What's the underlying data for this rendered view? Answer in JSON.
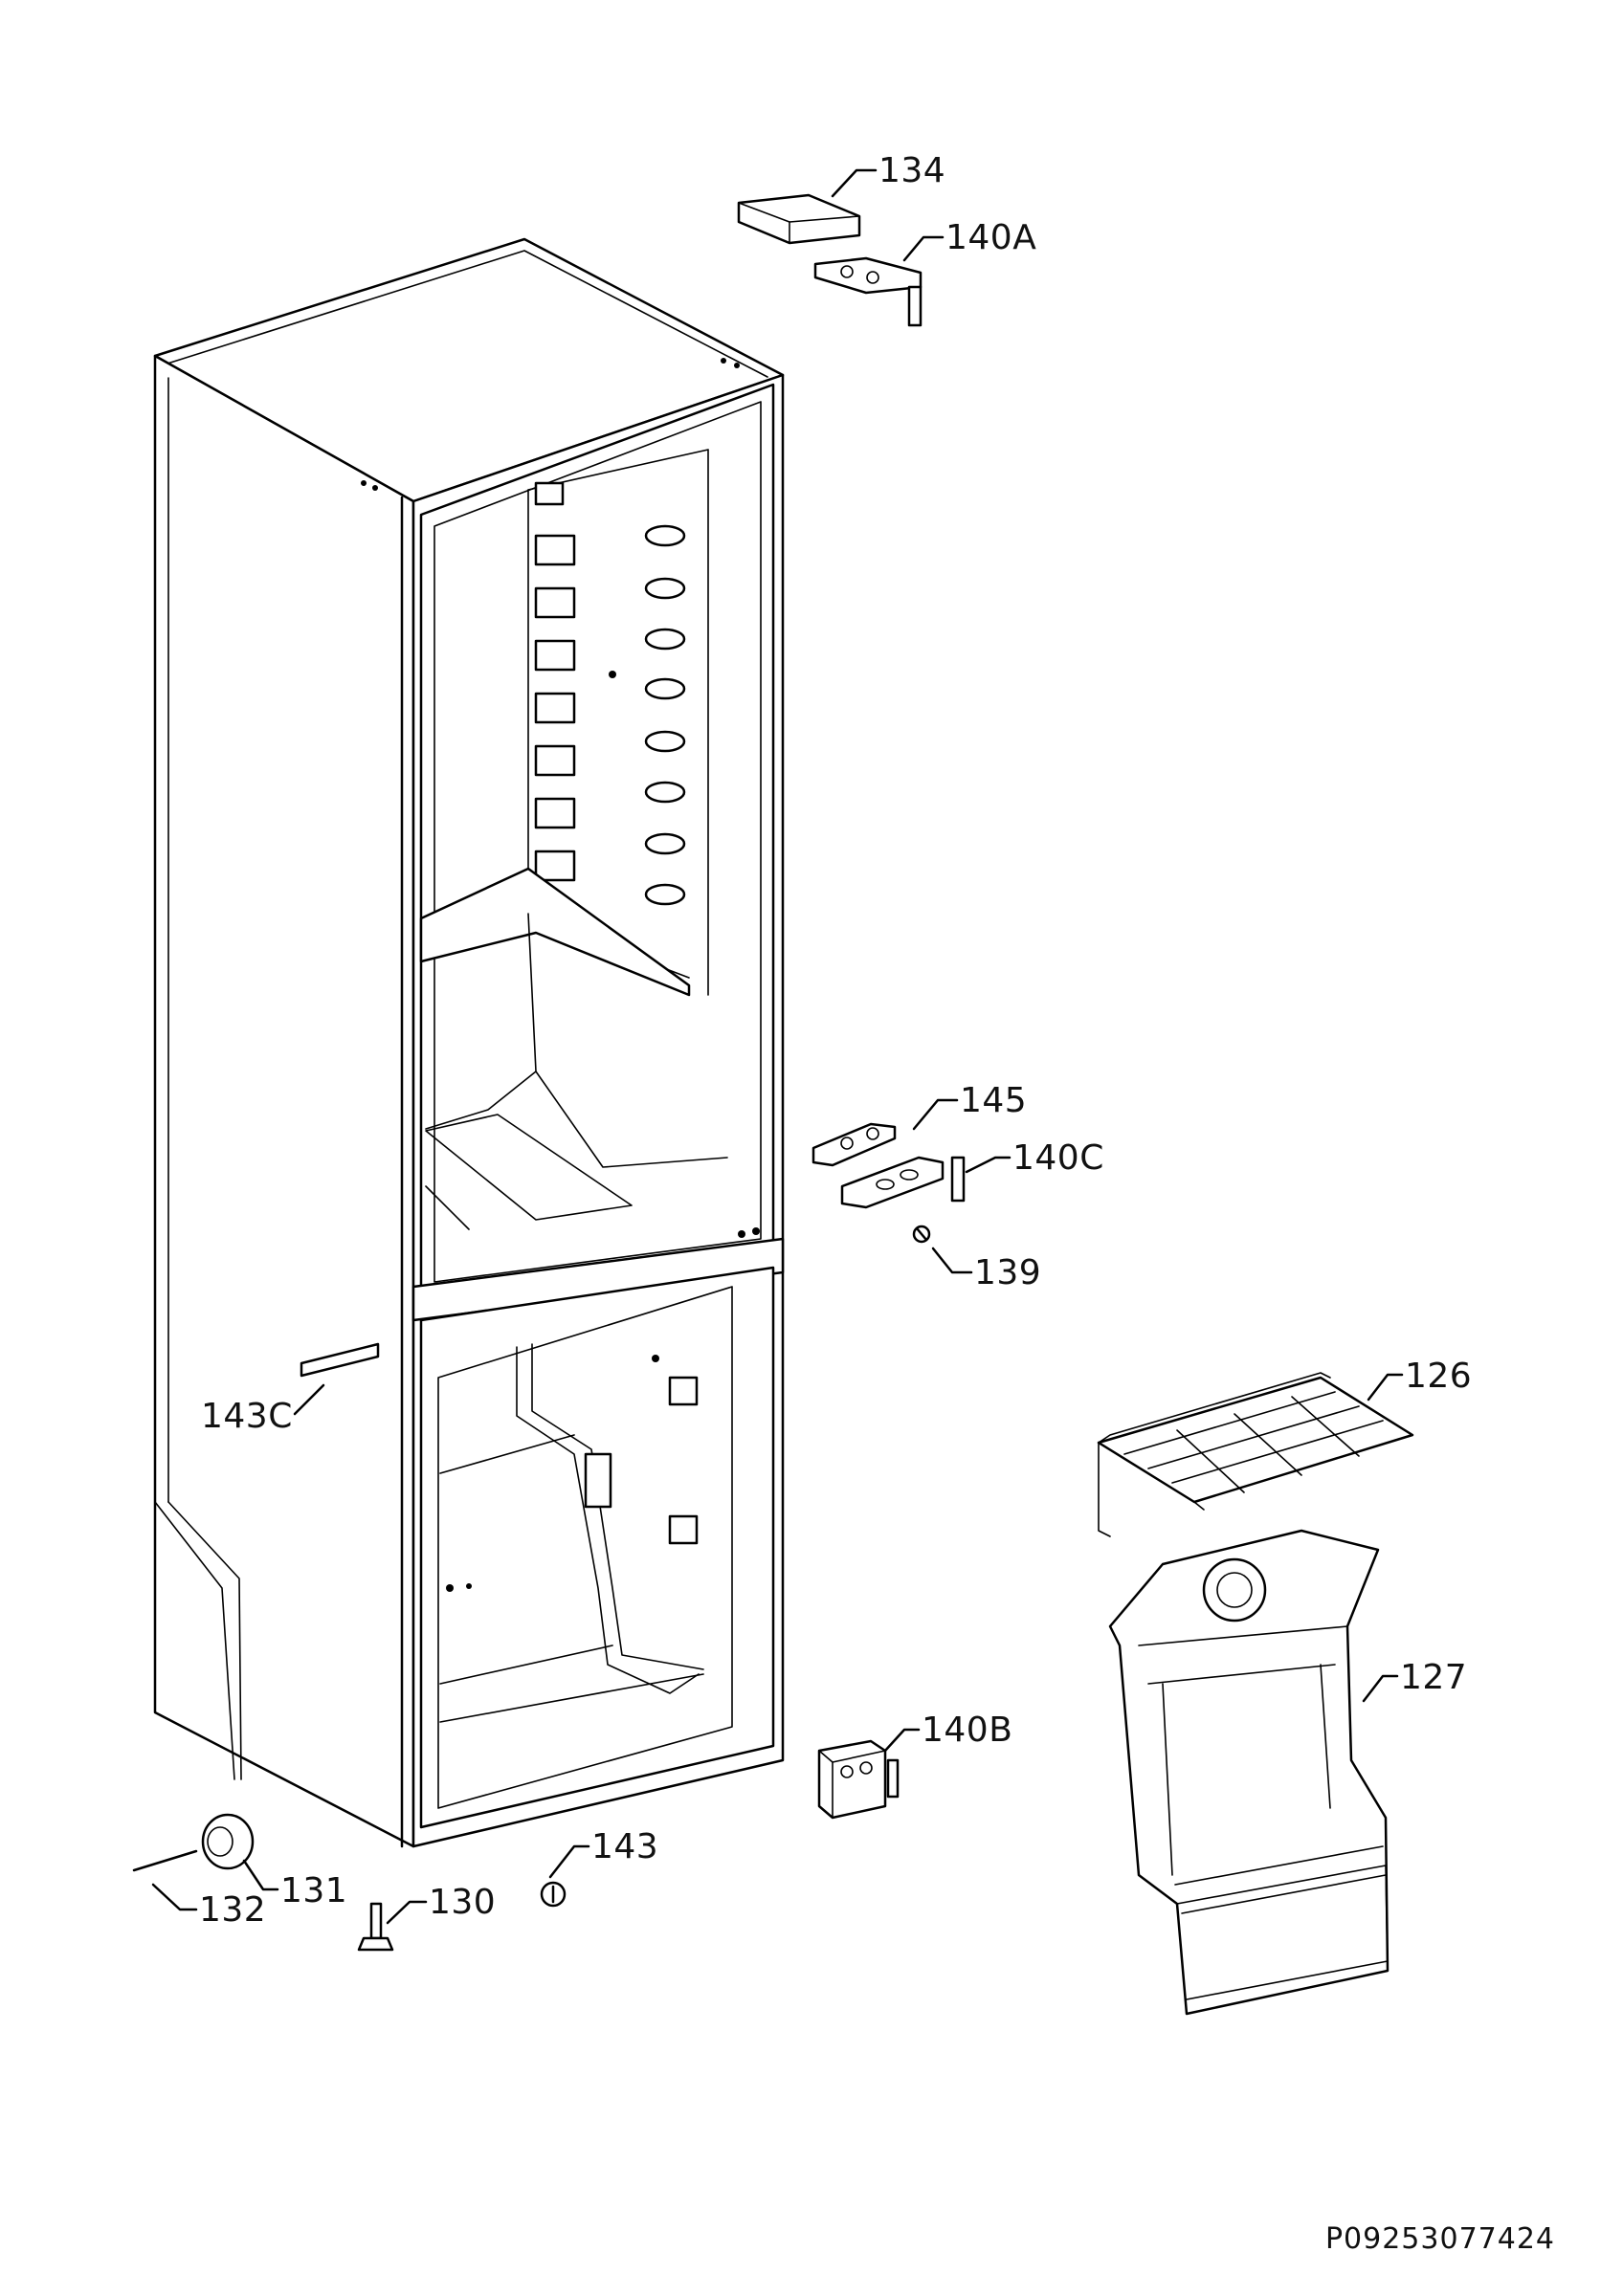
{
  "diagram": {
    "reference_code": "P09253077424",
    "parts": [
      {
        "id": "134",
        "label": "134"
      },
      {
        "id": "140A",
        "label": "140A"
      },
      {
        "id": "145",
        "label": "145"
      },
      {
        "id": "140C",
        "label": "140C"
      },
      {
        "id": "139",
        "label": "139"
      },
      {
        "id": "126",
        "label": "126"
      },
      {
        "id": "143C",
        "label": "143C"
      },
      {
        "id": "127",
        "label": "127"
      },
      {
        "id": "140B",
        "label": "140B"
      },
      {
        "id": "143",
        "label": "143"
      },
      {
        "id": "131",
        "label": "131"
      },
      {
        "id": "132",
        "label": "132"
      },
      {
        "id": "130",
        "label": "130"
      }
    ]
  }
}
